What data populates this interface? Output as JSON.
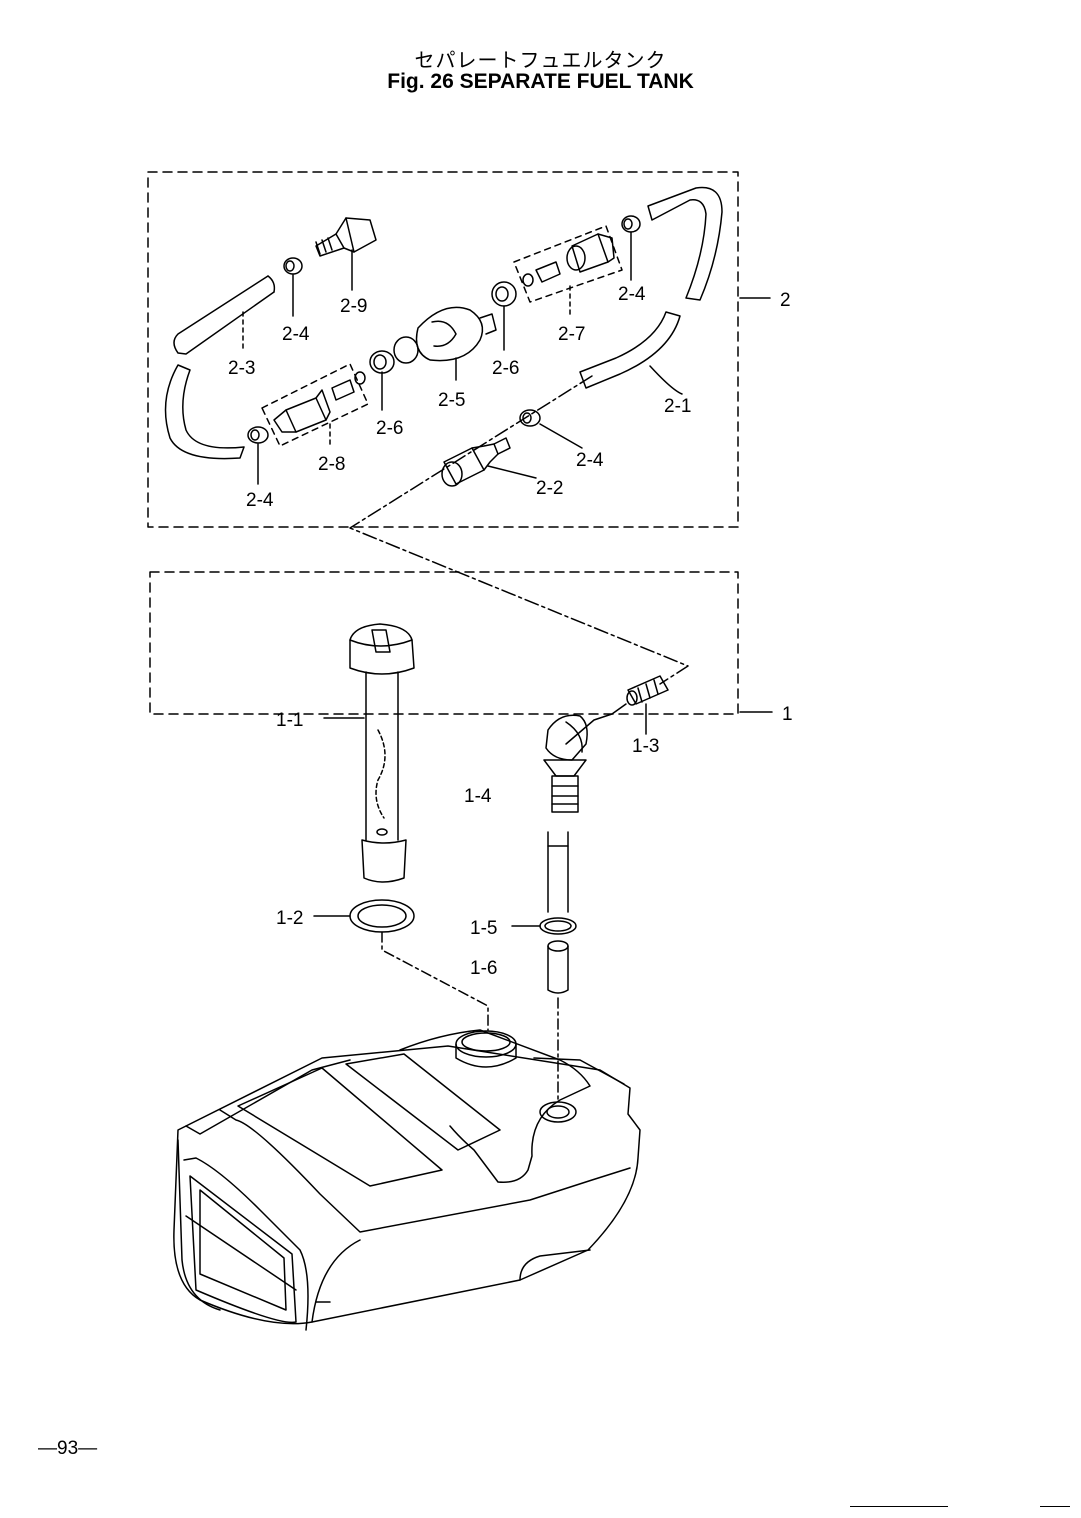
{
  "title": {
    "japanese": "セパレートフュエルタンク",
    "english": "Fig. 26   SEPARATE FUEL TANK"
  },
  "assemblies": [
    {
      "ref": "2",
      "parts": [
        "2-1",
        "2-2",
        "2-3",
        "2-4",
        "2-5",
        "2-6",
        "2-7",
        "2-8",
        "2-9"
      ]
    },
    {
      "ref": "1",
      "parts": [
        "1-1",
        "1-2",
        "1-3",
        "1-4",
        "1-5",
        "1-6"
      ]
    }
  ],
  "labels": {
    "a2": "2",
    "a1": "1",
    "p2_1": "2-1",
    "p2_2": "2-2",
    "p2_3": "2-3",
    "p2_4_a": "2-4",
    "p2_4_b": "2-4",
    "p2_4_c": "2-4",
    "p2_4_d": "2-4",
    "p2_5": "2-5",
    "p2_6_a": "2-6",
    "p2_6_b": "2-6",
    "p2_7": "2-7",
    "p2_8": "2-8",
    "p2_9": "2-9",
    "p1_1": "1-1",
    "p1_2": "1-2",
    "p1_3": "1-3",
    "p1_4": "1-4",
    "p1_5": "1-5",
    "p1_6": "1-6"
  },
  "page_number": "—93—"
}
